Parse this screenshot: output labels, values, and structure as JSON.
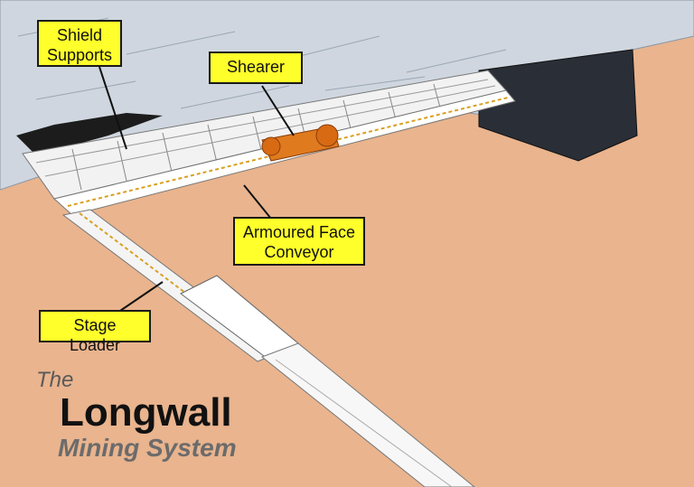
{
  "labels": {
    "shield_supports": [
      "Shield",
      "Supports"
    ],
    "shearer": "Shearer",
    "armoured_face_conveyor": [
      "Armoured Face",
      "Conveyor"
    ],
    "stage_loader": "Stage Loader"
  },
  "title": {
    "prefix": "The",
    "main": "Longwall",
    "subtitle": "Mining System"
  },
  "colors": {
    "callout_fill": "#ffff2b",
    "ground": "#e9b48e",
    "rock": "#cfd6df",
    "shearer": "#e07a1e"
  }
}
